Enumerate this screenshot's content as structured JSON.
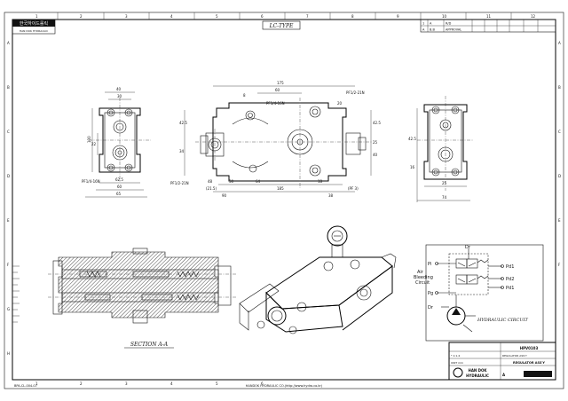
{
  "sheet": {
    "title_top": "LC-TYPE",
    "logo_top": "한국하이드롤릭",
    "logo_top_sub": "HAN DOK HYDRAULIC",
    "top_right_row1": [
      "1",
      "A",
      "R/D"
    ],
    "top_right_row2": [
      "A",
      "B.B",
      "APPROVAL"
    ],
    "col_numbers": [
      "1",
      "2",
      "3",
      "4",
      "5",
      "6",
      "7",
      "8",
      "9",
      "10",
      "11",
      "12"
    ],
    "row_letters": [
      "A",
      "B",
      "C",
      "D",
      "E",
      "F",
      "G",
      "H"
    ],
    "section_label": "SECTION A-A",
    "hydraulic_label": "HYDRAULIC CIRCUIT",
    "footer_left": "BPA-CL-004-07",
    "footer_center": "HANDOK HYDRAULIC CO.(http://www.hydro.co.kr)"
  },
  "dims_top": [
    "175",
    "60",
    "8",
    "PF1/4-16N",
    "PF1/2-21N",
    "42.5",
    "48",
    "30",
    "20",
    "25",
    "90",
    "38",
    "PF1/2-21N",
    "40",
    "42.5",
    "34",
    "64",
    "18",
    "185",
    "(PF 3)",
    "(21.5)"
  ],
  "dims_left": [
    "40",
    "30",
    "100",
    "22",
    "62.5",
    "60",
    "PF1/4-16N"
  ],
  "dims_right": [
    "65",
    "42.5",
    "16",
    "25",
    "74"
  ],
  "circuit": {
    "pi": "Pi",
    "air": "Air",
    "bleeding": "Bleeding",
    "circuit_word": "Circuit",
    "pg": "Pg",
    "dr_top": "Dr",
    "dr_bottom": "Dr",
    "pd1": "Pd1",
    "pd2": "Pd2",
    "pd1b": "Pd1"
  },
  "title_block": {
    "drawing_no": "HPV0103",
    "name_main": "REGULATOR ASS'Y",
    "company_line1": "HAN DOK",
    "company_line2": "HYDRAULIC",
    "rows": [
      "* 1:1.4",
      "UNIT mm",
      "REGULATOR ASS'Y",
      "A"
    ]
  }
}
